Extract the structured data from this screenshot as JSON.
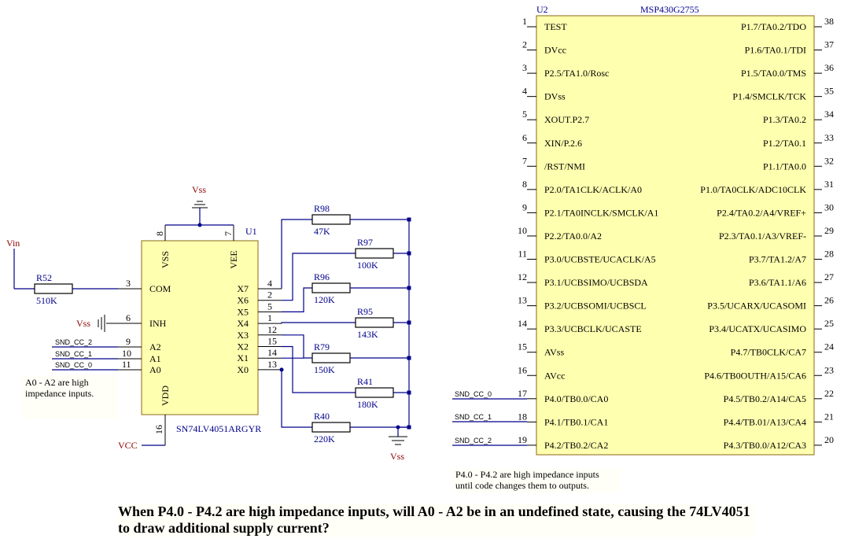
{
  "u1": {
    "designator": "U1",
    "part": "SN74LV4051ARGYR",
    "pins_left": [
      {
        "num": "3",
        "label": "COM"
      },
      {
        "num": "6",
        "label": "INH"
      },
      {
        "num": "9",
        "label": "A2"
      },
      {
        "num": "10",
        "label": "A1"
      },
      {
        "num": "11",
        "label": "A0"
      }
    ],
    "pins_top": [
      {
        "num": "8",
        "label": "VSS"
      },
      {
        "num": "7",
        "label": "VEE"
      }
    ],
    "pin_bottom": {
      "num": "16",
      "label": "VDD"
    },
    "pins_right": [
      {
        "num": "4",
        "label": "X7"
      },
      {
        "num": "2",
        "label": "X6"
      },
      {
        "num": "5",
        "label": "X5"
      },
      {
        "num": "1",
        "label": "X4"
      },
      {
        "num": "12",
        "label": "X3"
      },
      {
        "num": "15",
        "label": "X2"
      },
      {
        "num": "14",
        "label": "X1"
      },
      {
        "num": "13",
        "label": "X0"
      }
    ]
  },
  "resistors": [
    {
      "ref": "R52",
      "value": "510K"
    },
    {
      "ref": "R98",
      "value": "47K"
    },
    {
      "ref": "R97",
      "value": "100K"
    },
    {
      "ref": "R96",
      "value": "120K"
    },
    {
      "ref": "R95",
      "value": "143K"
    },
    {
      "ref": "R79",
      "value": "150K"
    },
    {
      "ref": "R41",
      "value": "180K"
    },
    {
      "ref": "R40",
      "value": "220K"
    }
  ],
  "power": {
    "vin": "Vin",
    "vss": "Vss",
    "vcc": "VCC"
  },
  "nets": {
    "snd_cc_2": "SND_CC_2",
    "snd_cc_1": "SND_CC_1",
    "snd_cc_0": "SND_CC_0",
    "snd_cc_0_lower": "SND_CC_0",
    "snd_cc_1_lower": "SND_CC_1",
    "snd_cc_2_lower": "SND_CC_2"
  },
  "u2": {
    "designator": "U2",
    "part": "MSP430G2755",
    "left": [
      {
        "num": "1",
        "label": "TEST"
      },
      {
        "num": "2",
        "label": "DVcc"
      },
      {
        "num": "3",
        "label": "P2.5/TA1.0/Rosc"
      },
      {
        "num": "4",
        "label": "DVss"
      },
      {
        "num": "5",
        "label": "XOUT.P2.7"
      },
      {
        "num": "6",
        "label": "XIN/P.2.6"
      },
      {
        "num": "7",
        "label": "/RST/NMI"
      },
      {
        "num": "8",
        "label": "P2.0/TA1CLK/ACLK/A0"
      },
      {
        "num": "9",
        "label": "P2.1/TA0INCLK/SMCLK/A1"
      },
      {
        "num": "10",
        "label": "P2.2/TA0.0/A2"
      },
      {
        "num": "11",
        "label": "P3.0/UCBSTE/UCACLK/A5"
      },
      {
        "num": "12",
        "label": "P3.1/UCBSIMO/UCBSDA"
      },
      {
        "num": "13",
        "label": "P3.2/UCBSOMI/UCBSCL"
      },
      {
        "num": "14",
        "label": "P3.3/UCBCLK/UCASTE"
      },
      {
        "num": "15",
        "label": "AVss"
      },
      {
        "num": "16",
        "label": "AVcc"
      },
      {
        "num": "17",
        "label": "P4.0/TB0.0/CA0"
      },
      {
        "num": "18",
        "label": "P4.1/TB0.1/CA1"
      },
      {
        "num": "19",
        "label": "P4.2/TB0.2/CA2"
      }
    ],
    "right": [
      {
        "num": "38",
        "label": "P1.7/TA0.2/TDO"
      },
      {
        "num": "37",
        "label": "P1.6/TA0.1/TDI"
      },
      {
        "num": "36",
        "label": "P1.5/TA0.0/TMS"
      },
      {
        "num": "35",
        "label": "P1.4/SMCLK/TCK"
      },
      {
        "num": "34",
        "label": "P1.3/TA0.2"
      },
      {
        "num": "33",
        "label": "P1.2/TA0.1"
      },
      {
        "num": "32",
        "label": "P1.1/TA0.0"
      },
      {
        "num": "31",
        "label": "P1.0/TA0CLK/ADC10CLK"
      },
      {
        "num": "30",
        "label": "P2.4/TA0.2/A4/VREF+"
      },
      {
        "num": "29",
        "label": "P2.3/TA0.1/A3/VREF-"
      },
      {
        "num": "28",
        "label": "P3.7/TA1.2/A7"
      },
      {
        "num": "27",
        "label": "P3.6/TA1.1/A6"
      },
      {
        "num": "26",
        "label": "P3.5/UCARX/UCASOMI"
      },
      {
        "num": "25",
        "label": "P3.4/UCATX/UCASIMO"
      },
      {
        "num": "24",
        "label": "P4.7/TB0CLK/CA7"
      },
      {
        "num": "23",
        "label": "P4.6/TB0OUTH/A15/CA6"
      },
      {
        "num": "22",
        "label": "P4.5/TB0.2/A14/CA5"
      },
      {
        "num": "21",
        "label": "P4.4/TB.01/A13/CA4"
      },
      {
        "num": "20",
        "label": "P4.3/TB0.0/A12/CA3"
      }
    ]
  },
  "notes": {
    "a0_line1": "A0 - A2 are high",
    "a0_line2": "impedance inputs.",
    "p4_line1": "P4.0 - P4.2 are high impedance inputs",
    "p4_line2": "until code changes them to outputs."
  },
  "question": "When P4.0 - P4.2 are high impedance inputs, will A0 - A2 be in an undefined state, causing the 74LV4051 to draw additional supply current?"
}
